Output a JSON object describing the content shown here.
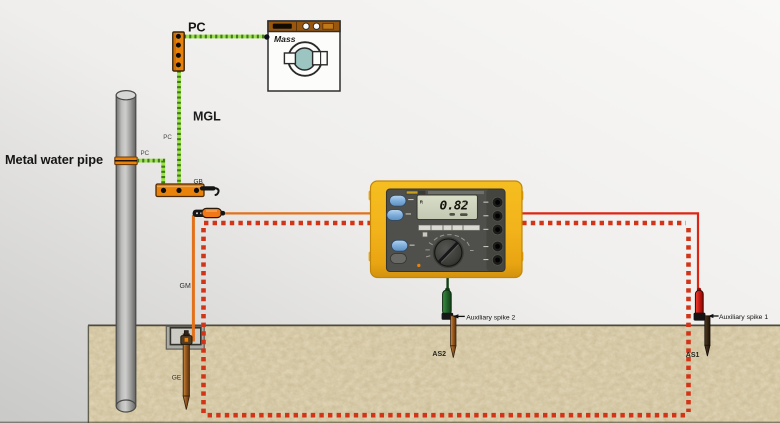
{
  "labels": {
    "metal_water_pipe": "Metal water pipe",
    "pc_bus": "PC",
    "mgl": "MGL",
    "pc_wire_upper": "PC",
    "pc_wire_lower": "PC",
    "gb": "GB",
    "gm": "GM",
    "ge": "GE",
    "mass": "Mass",
    "aux_spike_2": "Auxiliary spike 2",
    "aux_spike_1": "Auxiliary spike 1",
    "as2": "AS2",
    "as1": "AS1"
  },
  "tester": {
    "display_value": "0.82",
    "display_unit": "Ω",
    "display_annunciator": "R"
  },
  "colors": {
    "tester_yellow": "#F5BE20",
    "tester_face": "#4F4F4B",
    "ground_tan": "#D8C9A2",
    "busbar_orange": "#E8820A",
    "wire_green_light": "#9CE24A",
    "wire_green_dark": "#3F7D14",
    "lead_orange": "#E2711A",
    "lead_red": "#DC2513",
    "dotted_red": "#D23418",
    "washer_panel": "#99560E",
    "drum_teal": "#9CC4C0",
    "clamp_orange": "#F07818"
  }
}
